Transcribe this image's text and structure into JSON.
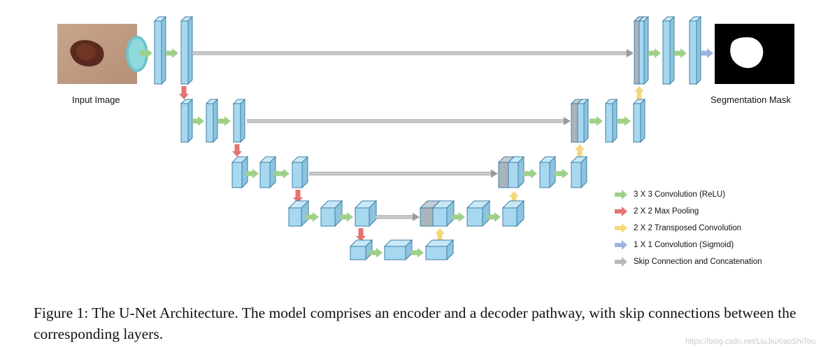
{
  "labels": {
    "input": "Input Image",
    "output": "Segmentation Mask"
  },
  "legend": [
    {
      "label": "3 X 3 Convolution (ReLU)",
      "color": "#9fd08a"
    },
    {
      "label": "2 X 2 Max Pooling",
      "color": "#e57373"
    },
    {
      "label": "2 X 2 Transposed Convolution",
      "color": "#f5d77a"
    },
    {
      "label": "1 X 1 Convolution (Sigmoid)",
      "color": "#9fb3e0"
    },
    {
      "label": "Skip Connection and Concatenation",
      "color": "#b8b8b8"
    }
  ],
  "caption": "Figure 1: The U-Net Architecture. The model comprises an encoder and a decoder pathway, with skip connections between the corresponding layers.",
  "watermark": "https://blog.csdn.net/LiuJiuXiaoShiTou",
  "colors": {
    "block_face": "#a8d8f0",
    "block_top": "#c9e8f7",
    "block_side": "#8cc4e0",
    "block_edge": "#3d7fa6",
    "skip_block": "#a9b4bd",
    "conv_arrow": "#9fd08a",
    "pool_arrow": "#e57373",
    "up_arrow": "#f5d77a",
    "sigmoid_arrow": "#9fb3e0",
    "skip_arrow": "#b8b8b8"
  }
}
